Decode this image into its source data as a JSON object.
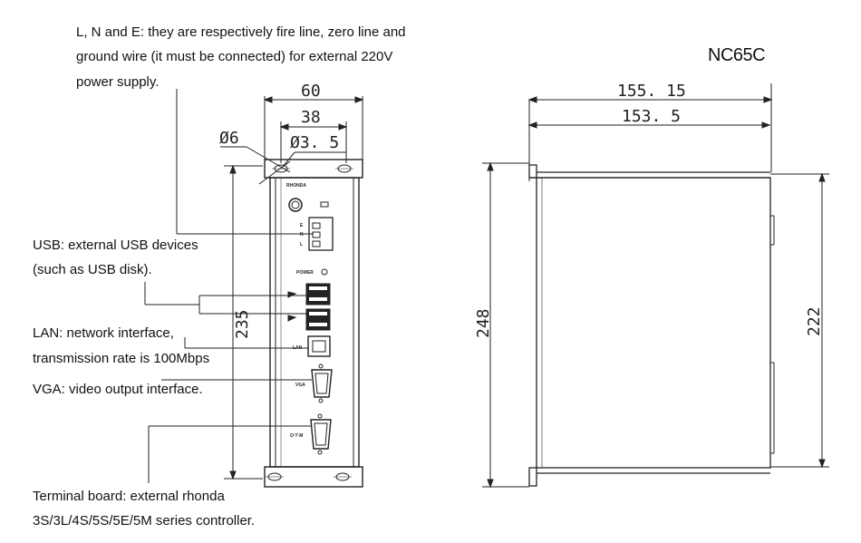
{
  "model_title": "NC65C",
  "annotations": {
    "power_line1": "L, N and E: they are respectively fire line, zero line and",
    "power_line2": "ground wire (it must be connected) for external 220V",
    "power_line3": "power supply.",
    "usb_line1": "USB: external USB devices",
    "usb_line2": "(such as USB disk).",
    "lan_line1": "LAN: network interface,",
    "lan_line2": "transmission rate is 100Mbps",
    "vga_line1": "VGA: video output interface.",
    "terminal_line1": "Terminal board: external rhonda",
    "terminal_line2": "3S/3L/4S/5S/5E/5M series controller."
  },
  "front_view_dimensions": {
    "width": "60",
    "hole_spacing": "38",
    "large_hole_dia": "Ø6",
    "small_hole_dia": "Ø3. 5",
    "height": "235"
  },
  "side_view_dimensions": {
    "overall_depth": "155. 15",
    "body_depth": "153. 5",
    "overall_height": "248",
    "body_height": "222"
  },
  "panel_labels": {
    "brand": "RHONDA",
    "terminal_l": "L",
    "terminal_n": "N",
    "terminal_e": "E",
    "power": "POWER",
    "lan": "LAN",
    "vga": "VGA",
    "terminal": "O·T·M"
  }
}
